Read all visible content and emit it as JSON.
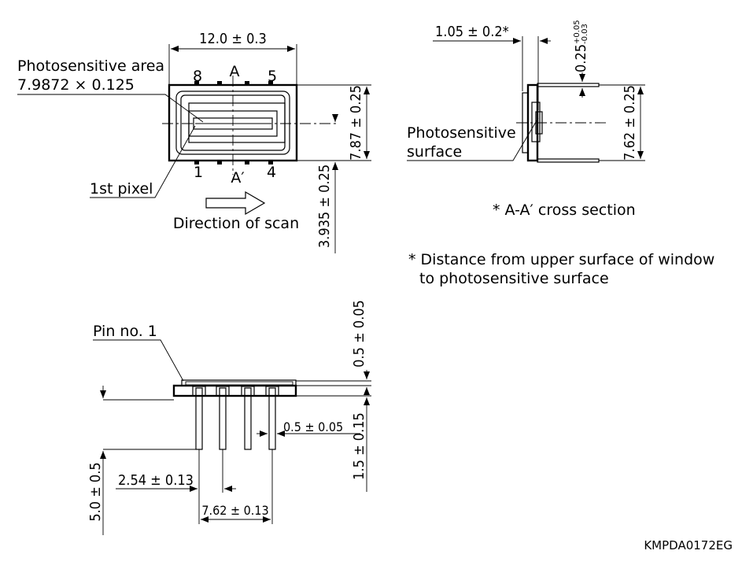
{
  "top_view": {
    "width_dim": "12.0 ± 0.3",
    "photosensitive_area_label": "Photosensitive area",
    "photosensitive_area_value": "7.9872 × 0.125",
    "pin_8": "8",
    "pin_5": "5",
    "pin_1": "1",
    "pin_4": "4",
    "section_a": "A",
    "section_a_prime": "A′",
    "first_pixel": "1st pixel",
    "direction_of_scan": "Direction of scan",
    "height_dim": "7.87 ± 0.25",
    "offset_dim": "3.935 ± 0.25"
  },
  "cross_section": {
    "depth_dim": "1.05 ± 0.2*",
    "lead_thickness_base": "0.25",
    "lead_thickness_plus": "+0.05",
    "lead_thickness_minus": "-0.03",
    "row_spacing_dim": "7.62 ± 0.25",
    "surface_label_line1": "Photosensitive",
    "surface_label_line2": "surface",
    "caption": "* A-A′ cross section"
  },
  "footnote": {
    "line1": "* Distance from upper surface of window",
    "line2": "to photosensitive surface"
  },
  "side_view": {
    "pin_no_1": "Pin no. 1",
    "window_dim": "0.5 ± 0.05",
    "body_dim": "1.5 ± 0.15",
    "lead_width_dim": "0.5 ± 0.05",
    "lead_length_dim": "5.0 ± 0.5",
    "pitch_dim": "2.54 ± 0.13",
    "span_dim": "7.62 ± 0.13"
  },
  "drawing_code": "KMPDA0172EG"
}
